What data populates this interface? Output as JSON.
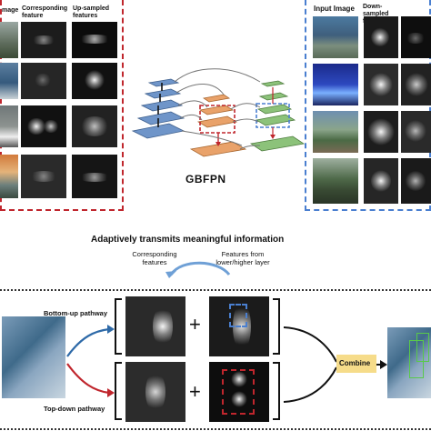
{
  "left_panel": {
    "header_input": "mage",
    "header_corresponding": "Corresponding feature",
    "header_upsampled": "Up-sampled features"
  },
  "right_panel": {
    "header_input": "Input Image",
    "header_downsampled": "Down-sampled features"
  },
  "center": {
    "label": "GBFPN"
  },
  "adaptive": {
    "title": "Adaptively transmits meaningful information",
    "corresponding": "Corresponding features",
    "features_from": "Features from lower/higher layer"
  },
  "pathways": {
    "bottom_up": "Bottom-up pathway",
    "top_down": "Top-down pathway",
    "plus": "+",
    "combine": "Combine"
  },
  "colors": {
    "red": "#c0262d",
    "blue": "#4a7fd0",
    "layer_blue": "#6f95c9",
    "layer_orange": "#e9a26a",
    "layer_green": "#8cc27a",
    "combine_yellow": "#f6dc8a"
  }
}
